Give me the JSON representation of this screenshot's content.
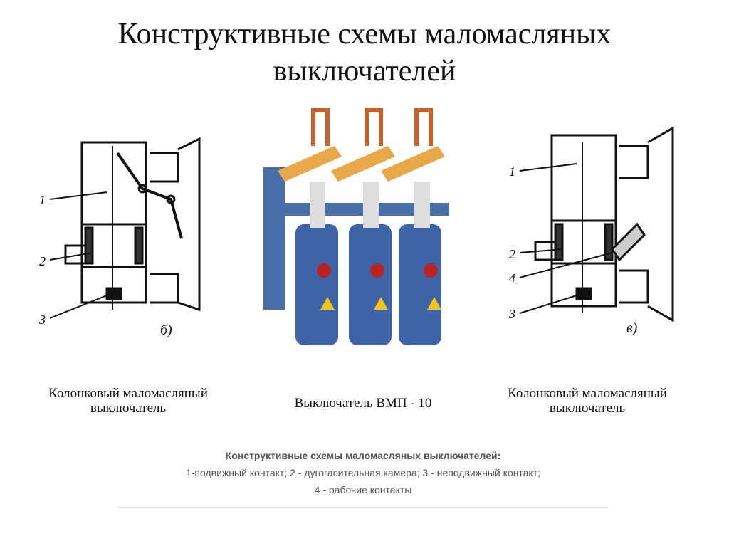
{
  "title_line1": "Конструктивные схемы маломасляных",
  "title_line2": "выключателей",
  "left": {
    "caption_line1": "Колонковый маломасляный",
    "caption_line2": "выключатель",
    "labels": [
      "1",
      "2",
      "3"
    ],
    "figure_label": "б)"
  },
  "center": {
    "caption": "Выключатель ВМП - 10"
  },
  "right": {
    "caption_line1": "Колонковый маломасляный",
    "caption_line2": "выключатель",
    "labels": [
      "1",
      "2",
      "4",
      "3"
    ],
    "figure_label": "в)"
  },
  "note": {
    "heading": "Конструктивные схемы маломасляных выключателей:",
    "line1": "1-подвижный контакт; 2 - дугогасительная камера; 3 - неподвижный контакт;",
    "line2": "4 - рабочие контакты"
  }
}
